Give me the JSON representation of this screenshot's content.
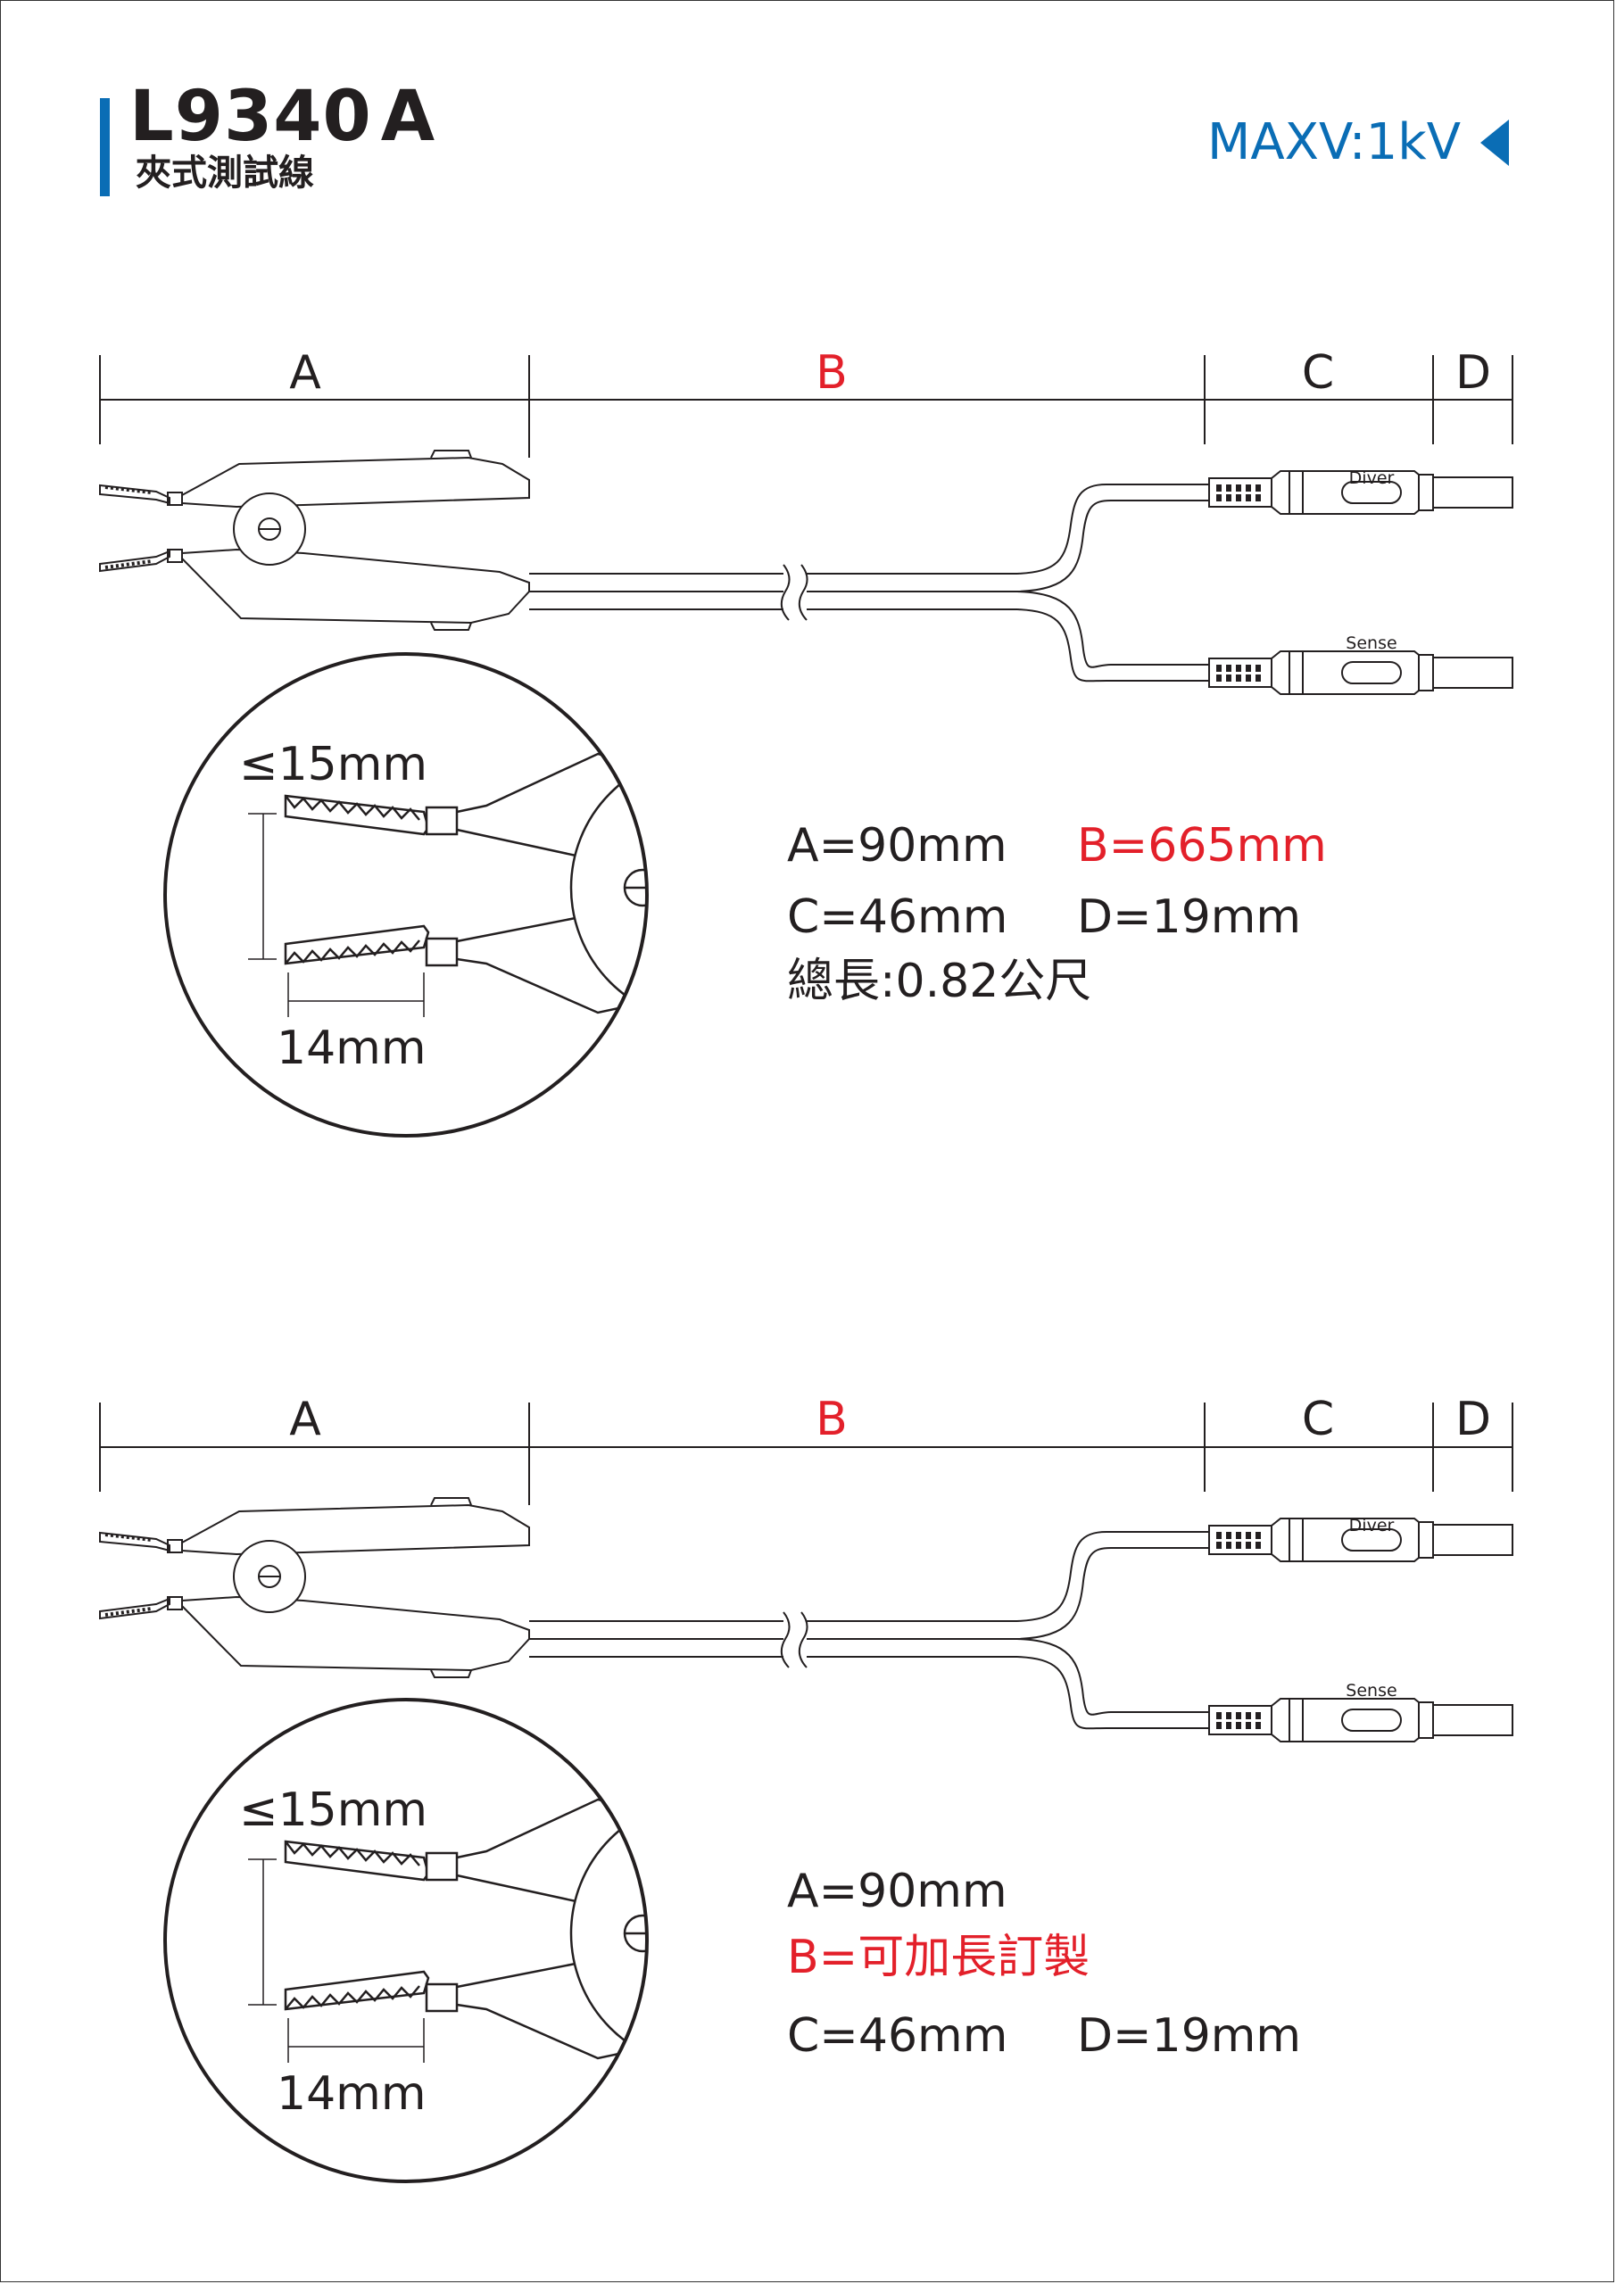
{
  "header": {
    "model": "L9340",
    "model_suffix": "A",
    "subtitle": "夾式測試線",
    "max_voltage": "MAXV:1kV"
  },
  "colors": {
    "accent": "#0a6db5",
    "highlight": "#e3202a",
    "ink": "#231f20"
  },
  "dimension_labels": {
    "a": "A",
    "b": "B",
    "c": "C",
    "d": "D"
  },
  "plug_labels": {
    "driver": "Diver",
    "sense": "Sense"
  },
  "detail_labels": {
    "jaw_opening": "≤15mm",
    "jaw_length": "14mm"
  },
  "spec_1": {
    "a": "A=90mm",
    "b": "B=665mm",
    "c": "C=46mm",
    "d": "D=19mm",
    "total": "總長:0.82公尺"
  },
  "spec_2": {
    "a": "A=90mm",
    "b": "B=可加長訂製",
    "c": "C=46mm",
    "d": "D=19mm"
  }
}
